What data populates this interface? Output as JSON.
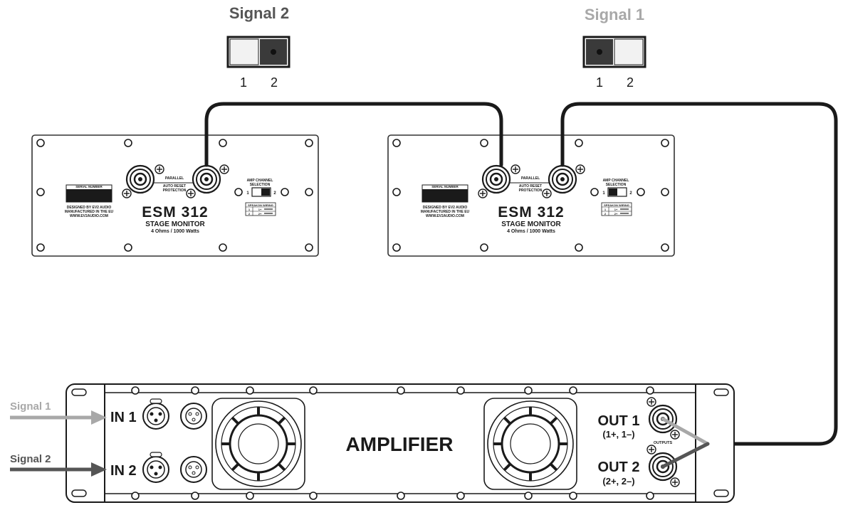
{
  "colors": {
    "ink": "#1a1a1a",
    "signal1": "#a8a8a8",
    "signal2": "#555555",
    "switch_dark": "#3a3a3a",
    "switch_light": "#f2f2f2",
    "panel_line": "#333333"
  },
  "switch_signal2": {
    "title": "Signal 2",
    "pos1": "1",
    "pos2": "2",
    "selected": "2"
  },
  "switch_signal1": {
    "title": "Signal 1",
    "pos1": "1",
    "pos2": "2",
    "selected": "1"
  },
  "monitors": [
    {
      "model": "ESM 312",
      "subtitle": "STAGE MONITOR",
      "spec": "4 Ohms / 1000 Watts",
      "serial_label": "SERIAL NUMBER",
      "designed": "DESIGNED BY EV2 AUDIO",
      "manufactured": "MANUFACTURED IN THE EU",
      "website": "WWW.EV2AUDIO.COM",
      "parallel": "PARALLEL",
      "auto_reset": "AUTO RESET",
      "protection": "PROTECTION",
      "amp_channel": "AMP CHANNEL",
      "selection": "SELECTION",
      "sel1": "1",
      "sel2": "2",
      "wiring_title": "SPEAKON WIRING",
      "wiring_rows": [
        [
          "1",
          "1+"
        ],
        [
          "2",
          "2+"
        ]
      ]
    },
    {
      "model": "ESM 312",
      "subtitle": "STAGE MONITOR",
      "spec": "4 Ohms / 1000 Watts",
      "serial_label": "SERIAL NUMBER",
      "designed": "DESIGNED BY EV2 AUDIO",
      "manufactured": "MANUFACTURED IN THE EU",
      "website": "WWW.EV2AUDIO.COM",
      "parallel": "PARALLEL",
      "auto_reset": "AUTO RESET",
      "protection": "PROTECTION",
      "amp_channel": "AMP CHANNEL",
      "selection": "SELECTION",
      "sel1": "1",
      "sel2": "2",
      "wiring_title": "SPEAKON WIRING",
      "wiring_rows": [
        [
          "1",
          "1+"
        ],
        [
          "2",
          "2+"
        ]
      ]
    }
  ],
  "amplifier": {
    "name": "AMPLIFIER",
    "in1": "IN 1",
    "in2": "IN 2",
    "out1": "OUT 1",
    "out1_pins": "(1+, 1–)",
    "out2": "OUT 2",
    "out2_pins": "(2+, 2–)",
    "outputs_label": "OUTPUTS"
  },
  "signals": {
    "signal1": "Signal 1",
    "signal2": "Signal 2"
  }
}
